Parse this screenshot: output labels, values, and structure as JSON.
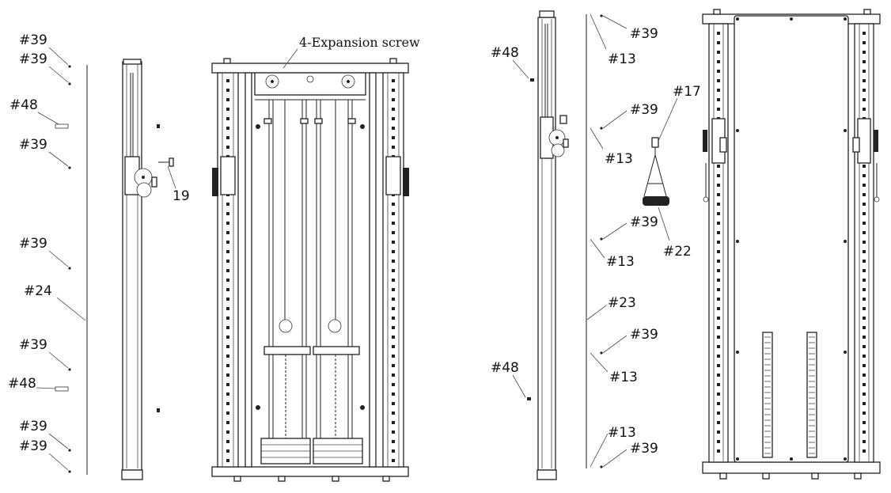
{
  "diagram": {
    "annotation_expansion_screw": "4-Expansion screw",
    "left_parts": {
      "p1": "#39",
      "p2": "#39",
      "p3": "#48",
      "p4": "#39",
      "p5": "#39",
      "p6": "#24",
      "p7": "#39",
      "p8": "#48",
      "p9": "#39",
      "p10": "#39"
    },
    "left_callout_19": "19",
    "right_parts": {
      "a1": "#39",
      "a2": "#13",
      "a3": "#48",
      "a4": "#39",
      "a5": "#13",
      "a6": "#39",
      "a7": "#13",
      "a8": "#23",
      "a9": "#39",
      "a10": "#13",
      "a11": "#48",
      "a12": "#13",
      "a13": "#39"
    },
    "handle_17": "#17",
    "handle_22": "#22"
  }
}
